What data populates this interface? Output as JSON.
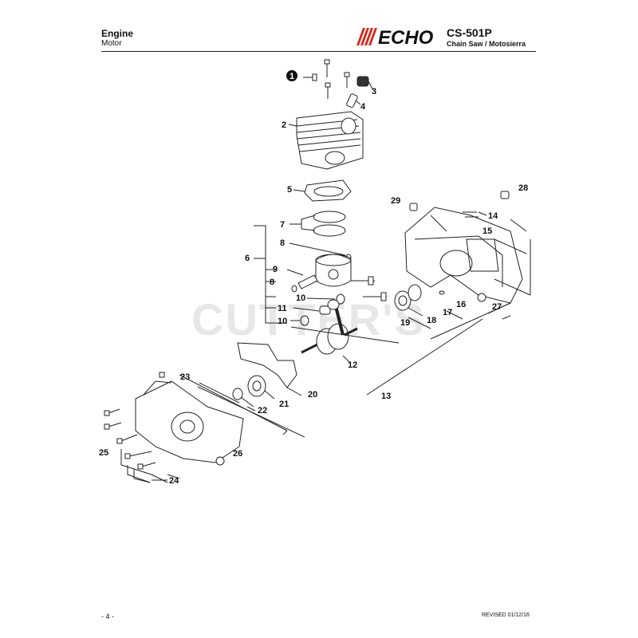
{
  "header": {
    "section_title": "Engine",
    "section_subtitle": "Motor",
    "brand": "ECHO",
    "model": "CS-501P",
    "product": "Chain Saw / Motosierra"
  },
  "watermark": "CUTTER'S",
  "callouts": {
    "c1": "1",
    "c2": "2",
    "c3": "3",
    "c4": "4",
    "c5": "5",
    "c6": "6",
    "c7": "7",
    "c8a": "8",
    "c8b": "8",
    "c9": "9",
    "c10a": "10",
    "c10b": "10",
    "c11": "11",
    "c12": "12",
    "c13": "13",
    "c14": "14",
    "c15": "15",
    "c16": "16",
    "c17": "17",
    "c18": "18",
    "c19": "19",
    "c20": "20",
    "c21": "21",
    "c22": "22",
    "c23": "23",
    "c24": "24",
    "c25": "25",
    "c26": "26",
    "c27": "27",
    "c28": "28",
    "c29": "29"
  },
  "footer": {
    "page": "- 4 -",
    "revised": "REVISED 01/12/16"
  },
  "colors": {
    "line": "#222222",
    "logo": "#111111",
    "logo_stripes": "#d42a1e"
  }
}
